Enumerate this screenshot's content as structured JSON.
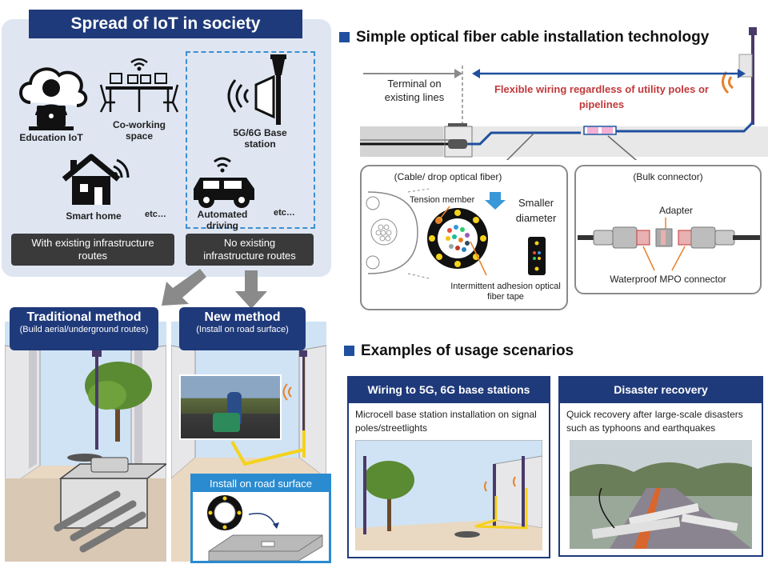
{
  "iot": {
    "title": "Spread of IoT in society",
    "items": {
      "education": "Education IoT",
      "coworking": "Co-working space",
      "smarthome": "Smart home",
      "basestation": "5G/6G Base station",
      "driving": "Automated driving",
      "etc1": "etc…",
      "etc2": "etc…"
    },
    "pill_existing": "With existing infrastructure routes",
    "pill_none": "No existing infrastructure routes"
  },
  "traditional": {
    "title": "Traditional method",
    "subtitle": "(Build aerial/underground routes)"
  },
  "newmethod": {
    "title": "New method",
    "subtitle": "(Install on road surface)",
    "inset_title": "Install on road surface"
  },
  "fiber": {
    "heading": "Simple optical fiber cable installation technology",
    "terminal": "Terminal on existing lines",
    "flexible": "Flexible wiring regardless of utility poles or pipelines",
    "cable_box_title": "(Cable/ drop optical fiber)",
    "tension": "Tension member",
    "smaller": "Smaller diameter",
    "intermittent": "Intermittent adhesion optical fiber tape",
    "bulk_title": "(Bulk connector)",
    "adapter": "Adapter",
    "mpo": "Waterproof MPO connector"
  },
  "usage": {
    "heading": "Examples of usage scenarios",
    "card1_title": "Wiring to 5G, 6G base stations",
    "card1_desc": "Microcell base station installation on signal poles/streetlights",
    "card2_title": "Disaster recovery",
    "card2_desc": "Quick recovery after large-scale disasters such as typhoons and earthquakes"
  },
  "colors": {
    "navy": "#1f3a7a",
    "accent_blue": "#1f4f9e",
    "red_text": "#c0393b",
    "yellow_route": "#f5d21c",
    "bg_panel": "#dfe6f2"
  }
}
